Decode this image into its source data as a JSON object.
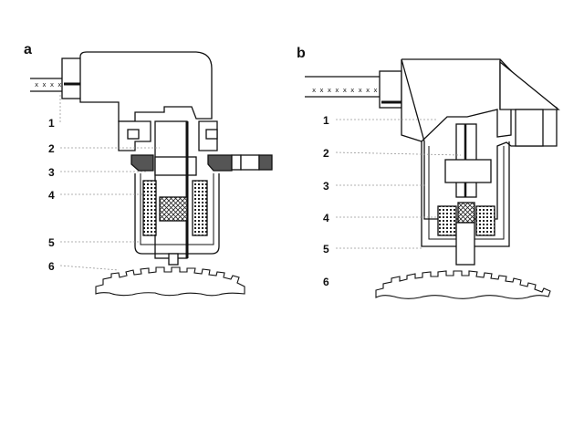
{
  "figure_a": {
    "letter": "a",
    "callouts": [
      "1",
      "2",
      "3",
      "4",
      "5",
      "6"
    ]
  },
  "figure_b": {
    "letter": "b",
    "callouts": [
      "1",
      "2",
      "3",
      "4",
      "5",
      "6"
    ]
  },
  "colors": {
    "line": "#111111",
    "dark_fill": "#555555",
    "leader": "#888888",
    "background": "#ffffff"
  }
}
